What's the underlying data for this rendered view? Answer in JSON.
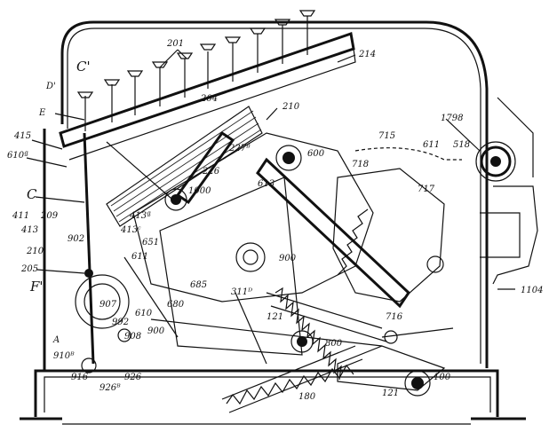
{
  "drawing": {
    "labels": {
      "l201": "201",
      "l214": "214",
      "lC1": "C'",
      "lD1": "D'",
      "lE": "E",
      "l204": "204",
      "l210": "210",
      "l1798": "1798",
      "l415": "415",
      "l715": "715",
      "l611": "611",
      "l518": "518",
      "l610a": "610ª",
      "l227": "227ᴮ",
      "l600": "600",
      "l226": "226",
      "l718": "718",
      "l613": "613",
      "lC": "C",
      "l1000": "1000",
      "l717": "717",
      "l411": "411",
      "l209": "209",
      "l413a": "413ª",
      "l413": "413",
      "l413c": "413ᶜ",
      "l210b": "210",
      "l902": "902",
      "l651": "651",
      "l205": "205",
      "l611b": "611",
      "l900": "900",
      "lF": "F'",
      "l685": "685",
      "l311": "311ᴰ",
      "l1104": "1104",
      "l907": "907",
      "l610": "610",
      "l680": "680",
      "l121": "121",
      "l716": "716",
      "l992": "992",
      "l900b": "900",
      "l800": "800",
      "l908": "908",
      "lA": "A",
      "l910": "910ᴮ",
      "l916": "916",
      "l926b": "926ᴮ",
      "l926": "926",
      "l180": "180",
      "l121b": "121",
      "l100": "100"
    }
  }
}
